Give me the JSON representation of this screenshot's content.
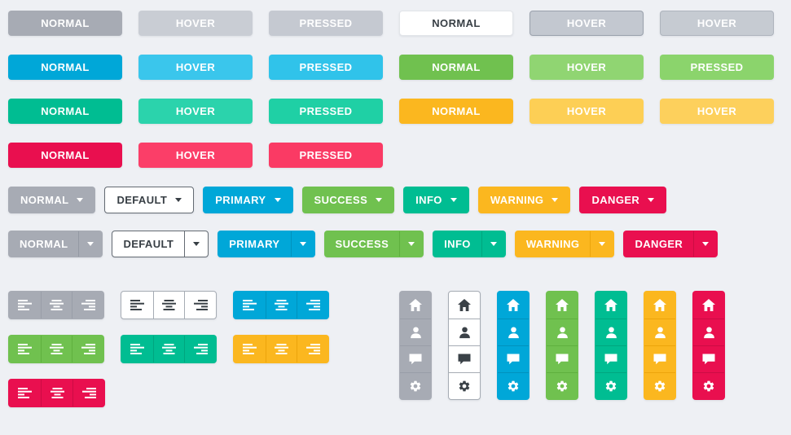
{
  "page": {
    "background": "#eef0f4"
  },
  "state_button_rows": [
    {
      "buttons": [
        {
          "label": "NORMAL",
          "bg": "#a7abb4",
          "text": "#ffffff",
          "border": "transparent"
        },
        {
          "label": "HOVER",
          "bg": "#c9cdd4",
          "text": "#ffffff",
          "border": "transparent"
        },
        {
          "label": "PRESSED",
          "bg": "#c5c9d1",
          "text": "#ffffff",
          "border": "transparent"
        },
        {
          "label": "NORMAL",
          "bg": "#ffffff",
          "text": "#383f45",
          "border": "#e2e5e9"
        },
        {
          "label": "HOVER",
          "bg": "#c3c8d0",
          "text": "#ffffff",
          "border": "#9aa1ac"
        },
        {
          "label": "HOVER",
          "bg": "#c6cbd2",
          "text": "#ffffff",
          "border": "#aeb4bd"
        }
      ]
    },
    {
      "buttons": [
        {
          "label": "NORMAL",
          "bg": "#00a7d8",
          "text": "#ffffff",
          "border": "transparent"
        },
        {
          "label": "HOVER",
          "bg": "#3ac6ec",
          "text": "#ffffff",
          "border": "transparent"
        },
        {
          "label": "PRESSED",
          "bg": "#30c3ea",
          "text": "#ffffff",
          "border": "transparent"
        },
        {
          "label": "NORMAL",
          "bg": "#70c14f",
          "text": "#ffffff",
          "border": "transparent"
        },
        {
          "label": "HOVER",
          "bg": "#90d572",
          "text": "#ffffff",
          "border": "transparent"
        },
        {
          "label": "PRESSED",
          "bg": "#8bd46c",
          "text": "#ffffff",
          "border": "transparent"
        }
      ]
    },
    {
      "buttons": [
        {
          "label": "NORMAL",
          "bg": "#00bd92",
          "text": "#ffffff",
          "border": "transparent"
        },
        {
          "label": "HOVER",
          "bg": "#2bd3ac",
          "text": "#ffffff",
          "border": "transparent"
        },
        {
          "label": "PRESSED",
          "bg": "#1fd0a5",
          "text": "#ffffff",
          "border": "transparent"
        },
        {
          "label": "NORMAL",
          "bg": "#fbb71f",
          "text": "#ffffff",
          "border": "transparent"
        },
        {
          "label": "HOVER",
          "bg": "#fdcf55",
          "text": "#ffffff",
          "border": "transparent"
        },
        {
          "label": "HOVER",
          "bg": "#fdd05c",
          "text": "#ffffff",
          "border": "transparent"
        }
      ]
    },
    {
      "buttons": [
        {
          "label": "NORMAL",
          "bg": "#e90f4f",
          "text": "#ffffff",
          "border": "transparent"
        },
        {
          "label": "HOVER",
          "bg": "#fb3e68",
          "text": "#ffffff",
          "border": "transparent"
        },
        {
          "label": "PRESSED",
          "bg": "#fa3a64",
          "text": "#ffffff",
          "border": "transparent"
        }
      ]
    }
  ],
  "dropdowns": [
    {
      "label": "NORMAL",
      "bg": "#a7abb4",
      "text": "#ffffff",
      "border": "transparent"
    },
    {
      "label": "DEFAULT",
      "bg": "#ffffff",
      "text": "#383f45",
      "border": "#646b73"
    },
    {
      "label": "PRIMARY",
      "bg": "#00a7d8",
      "text": "#ffffff",
      "border": "transparent"
    },
    {
      "label": "SUCCESS",
      "bg": "#70c14f",
      "text": "#ffffff",
      "border": "transparent"
    },
    {
      "label": "INFO",
      "bg": "#00bd92",
      "text": "#ffffff",
      "border": "transparent"
    },
    {
      "label": "WARNING",
      "bg": "#fbb71f",
      "text": "#ffffff",
      "border": "transparent"
    },
    {
      "label": "DANGER",
      "bg": "#e90f4f",
      "text": "#ffffff",
      "border": "transparent"
    }
  ],
  "split_dropdowns": [
    {
      "label": "NORMAL",
      "bg": "#a7abb4",
      "text": "#ffffff",
      "border": "transparent",
      "divider": "#949aa4"
    },
    {
      "label": "DEFAULT",
      "bg": "#ffffff",
      "text": "#383f45",
      "border": "#646b73",
      "divider": "#646b73"
    },
    {
      "label": "PRIMARY",
      "bg": "#00a7d8",
      "text": "#ffffff",
      "border": "transparent",
      "divider": "#0092bd"
    },
    {
      "label": "SUCCESS",
      "bg": "#70c14f",
      "text": "#ffffff",
      "border": "transparent",
      "divider": "#5fb03e"
    },
    {
      "label": "INFO",
      "bg": "#00bd92",
      "text": "#ffffff",
      "border": "transparent",
      "divider": "#00a67f"
    },
    {
      "label": "WARNING",
      "bg": "#fbb71f",
      "text": "#ffffff",
      "border": "transparent",
      "divider": "#eca50c"
    },
    {
      "label": "DANGER",
      "bg": "#e90f4f",
      "text": "#ffffff",
      "border": "transparent",
      "divider": "#cc0c44"
    }
  ],
  "align_group_rows": [
    {
      "groups": [
        {
          "bg": "#a7abb4",
          "icon_color": "#ffffff",
          "border": "transparent",
          "divider": "#999ea8",
          "buttons": [
            {
              "icon": "align-left-icon"
            },
            {
              "icon": "align-center-icon"
            },
            {
              "icon": "align-right-icon"
            }
          ]
        },
        {
          "bg": "#ffffff",
          "icon_color": "#3a4147",
          "border": "#a6acb4",
          "divider": "#a6acb4",
          "buttons": [
            {
              "icon": "align-left-icon"
            },
            {
              "icon": "align-center-icon"
            },
            {
              "icon": "align-right-icon"
            }
          ]
        },
        {
          "bg": "#00a7d8",
          "icon_color": "#ffffff",
          "border": "transparent",
          "divider": "#0092bd",
          "buttons": [
            {
              "icon": "align-left-icon"
            },
            {
              "icon": "align-center-icon"
            },
            {
              "icon": "align-right-icon"
            }
          ]
        }
      ]
    },
    {
      "groups": [
        {
          "bg": "#70c14f",
          "icon_color": "#ffffff",
          "border": "transparent",
          "divider": "#5fb03e",
          "buttons": [
            {
              "icon": "align-left-icon"
            },
            {
              "icon": "align-center-icon"
            },
            {
              "icon": "align-right-icon"
            }
          ]
        },
        {
          "bg": "#00bd92",
          "icon_color": "#ffffff",
          "border": "transparent",
          "divider": "#00a67f",
          "buttons": [
            {
              "icon": "align-left-icon"
            },
            {
              "icon": "align-center-icon"
            },
            {
              "icon": "align-right-icon"
            }
          ]
        },
        {
          "bg": "#fbb71f",
          "icon_color": "#ffffff",
          "border": "transparent",
          "divider": "#eca50c",
          "buttons": [
            {
              "icon": "align-left-icon"
            },
            {
              "icon": "align-center-icon"
            },
            {
              "icon": "align-right-icon"
            }
          ]
        }
      ]
    },
    {
      "groups": [
        {
          "bg": "#e90f4f",
          "icon_color": "#ffffff",
          "border": "transparent",
          "divider": "#cc0c44",
          "buttons": [
            {
              "icon": "align-left-icon"
            },
            {
              "icon": "align-center-icon"
            },
            {
              "icon": "align-right-icon"
            }
          ]
        }
      ]
    }
  ],
  "vertical_groups": [
    {
      "bg": "#a7abb4",
      "icon_color": "#ffffff",
      "border": "transparent",
      "divider": "#999ea8",
      "buttons": [
        {
          "icon": "home-icon"
        },
        {
          "icon": "user-icon"
        },
        {
          "icon": "comment-icon"
        },
        {
          "icon": "gear-icon"
        }
      ]
    },
    {
      "bg": "#ffffff",
      "icon_color": "#3a4147",
      "border": "#a6acb4",
      "divider": "#a6acb4",
      "buttons": [
        {
          "icon": "home-icon"
        },
        {
          "icon": "user-icon"
        },
        {
          "icon": "comment-icon"
        },
        {
          "icon": "gear-icon"
        }
      ]
    },
    {
      "bg": "#00a7d8",
      "icon_color": "#ffffff",
      "border": "transparent",
      "divider": "#0092bd",
      "buttons": [
        {
          "icon": "home-icon"
        },
        {
          "icon": "user-icon"
        },
        {
          "icon": "comment-icon"
        },
        {
          "icon": "gear-icon"
        }
      ]
    },
    {
      "bg": "#70c14f",
      "icon_color": "#ffffff",
      "border": "transparent",
      "divider": "#5fb03e",
      "buttons": [
        {
          "icon": "home-icon"
        },
        {
          "icon": "user-icon"
        },
        {
          "icon": "comment-icon"
        },
        {
          "icon": "gear-icon"
        }
      ]
    },
    {
      "bg": "#00bd92",
      "icon_color": "#ffffff",
      "border": "transparent",
      "divider": "#00a67f",
      "buttons": [
        {
          "icon": "home-icon"
        },
        {
          "icon": "user-icon"
        },
        {
          "icon": "comment-icon"
        },
        {
          "icon": "gear-icon"
        }
      ]
    },
    {
      "bg": "#fbb71f",
      "icon_color": "#ffffff",
      "border": "transparent",
      "divider": "#eca50c",
      "buttons": [
        {
          "icon": "home-icon"
        },
        {
          "icon": "user-icon"
        },
        {
          "icon": "comment-icon"
        },
        {
          "icon": "gear-icon"
        }
      ]
    },
    {
      "bg": "#e90f4f",
      "icon_color": "#ffffff",
      "border": "transparent",
      "divider": "#cc0c44",
      "buttons": [
        {
          "icon": "home-icon"
        },
        {
          "icon": "user-icon"
        },
        {
          "icon": "comment-icon"
        },
        {
          "icon": "gear-icon"
        }
      ]
    }
  ]
}
